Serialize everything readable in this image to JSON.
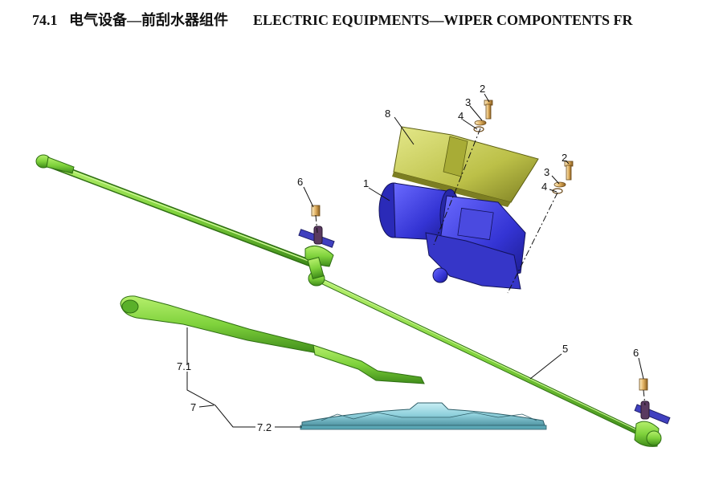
{
  "title": {
    "section": "74.1",
    "chinese": "电气设备—前刮水器组件",
    "english": "ELECTRIC EQUIPMENTS—WIPER COMPONTENTS FR"
  },
  "callouts": {
    "c1": "1",
    "c2a": "2",
    "c2b": "2",
    "c3a": "3",
    "c3b": "3",
    "c4a": "4",
    "c4b": "4",
    "c5": "5",
    "c6a": "6",
    "c6b": "6",
    "c7": "7",
    "c71": "7.1",
    "c72": "7.2",
    "c8": "8"
  },
  "colors": {
    "linkage": "#7fd23c",
    "motor": "#3c3cd8",
    "cover": "#c8cc52",
    "blade": "#8fd0dc",
    "bolt": "#e0b060"
  }
}
